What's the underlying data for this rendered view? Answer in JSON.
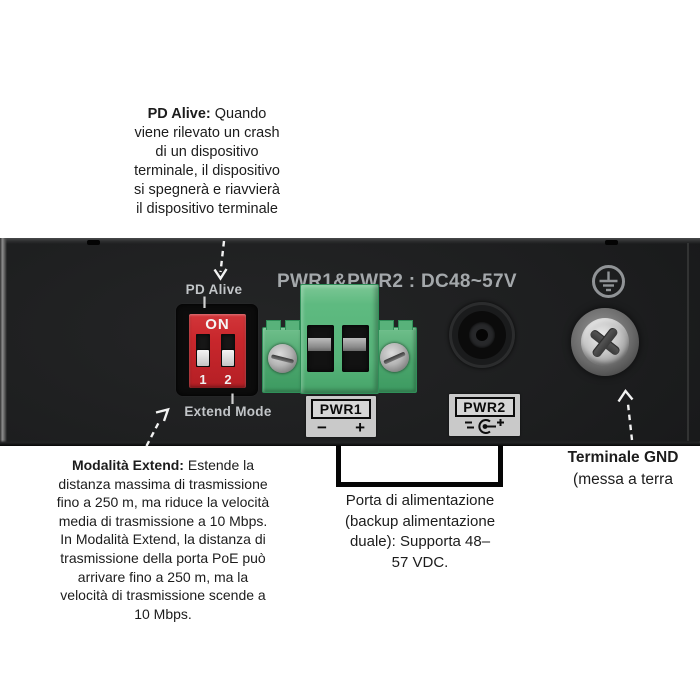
{
  "colors": {
    "background": "#ffffff",
    "panel_metal": "#1e1f20",
    "dip_switch_red": "#c8272c",
    "terminal_block_green": "#58b57b",
    "label_plate_gray": "#c9c9c9",
    "panel_print_gray": "#a9adb0",
    "annotation_text": "#1c1c1c"
  },
  "callouts": {
    "pd_alive": {
      "lines": [
        {
          "b": "PD Alive:",
          "t": " Quando"
        },
        {
          "t": "viene rilevato un crash"
        },
        {
          "t": "di un dispositivo"
        },
        {
          "t": "terminale, il dispositivo"
        },
        {
          "t": "si spegnerà e riavvierà"
        },
        {
          "t": "il dispositivo terminale"
        }
      ]
    },
    "extend_mode": {
      "lines": [
        {
          "b": "Modalità Extend:",
          "t": " Estende la"
        },
        {
          "t": "distanza massima di trasmissione"
        },
        {
          "t": "fino a 250 m, ma riduce la velocità"
        },
        {
          "t": "media di trasmissione a 10 Mbps."
        },
        {
          "t": "In Modalità Extend, la distanza di"
        },
        {
          "t": "trasmissione della porta PoE può"
        },
        {
          "t": "arrivare fino a 250 m, ma la"
        },
        {
          "t": "velocità di trasmissione scende a"
        },
        {
          "t": "10 Mbps."
        }
      ]
    },
    "power_port": {
      "lines": [
        {
          "t": "Porta di alimentazione"
        },
        {
          "t": "(backup alimentazione"
        },
        {
          "t": "duale): Supporta 48–"
        },
        {
          "t": "57 VDC."
        }
      ]
    },
    "gnd": {
      "lines": [
        {
          "b": "Terminale GND"
        },
        {
          "t": "(messa a terra"
        }
      ]
    }
  },
  "panel": {
    "voltage_print": "PWR1&PWR2 : DC48~57V",
    "pd_alive_print": "PD Alive",
    "extend_mode_print": "Extend Mode",
    "dip_switch": {
      "on_label": "ON",
      "pin_labels": [
        "1",
        "2"
      ],
      "pin_positions": [
        "off",
        "off"
      ]
    },
    "pwr1_plate": {
      "title": "PWR1",
      "minus": "−",
      "plus": "+"
    },
    "pwr2_plate": {
      "title": "PWR2",
      "polarity_icon": "dc-center-positive"
    }
  }
}
